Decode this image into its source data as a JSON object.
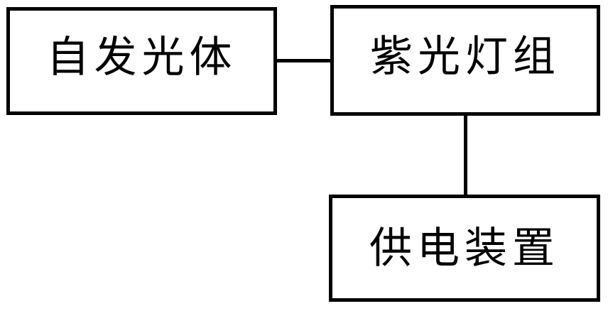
{
  "diagram": {
    "type": "block-diagram",
    "background_color": "#ffffff",
    "line_color": "#000000",
    "nodes": [
      {
        "id": "self-luminous-body",
        "label": "自发光体"
      },
      {
        "id": "purple-lamp-group",
        "label": "紫光灯组"
      },
      {
        "id": "power-supply-device",
        "label": "供电装置"
      }
    ],
    "edges": [
      {
        "from": "自发光体",
        "to": "紫光灯组",
        "orientation": "horizontal"
      },
      {
        "from": "紫光灯组",
        "to": "供电装置",
        "orientation": "vertical"
      }
    ]
  }
}
